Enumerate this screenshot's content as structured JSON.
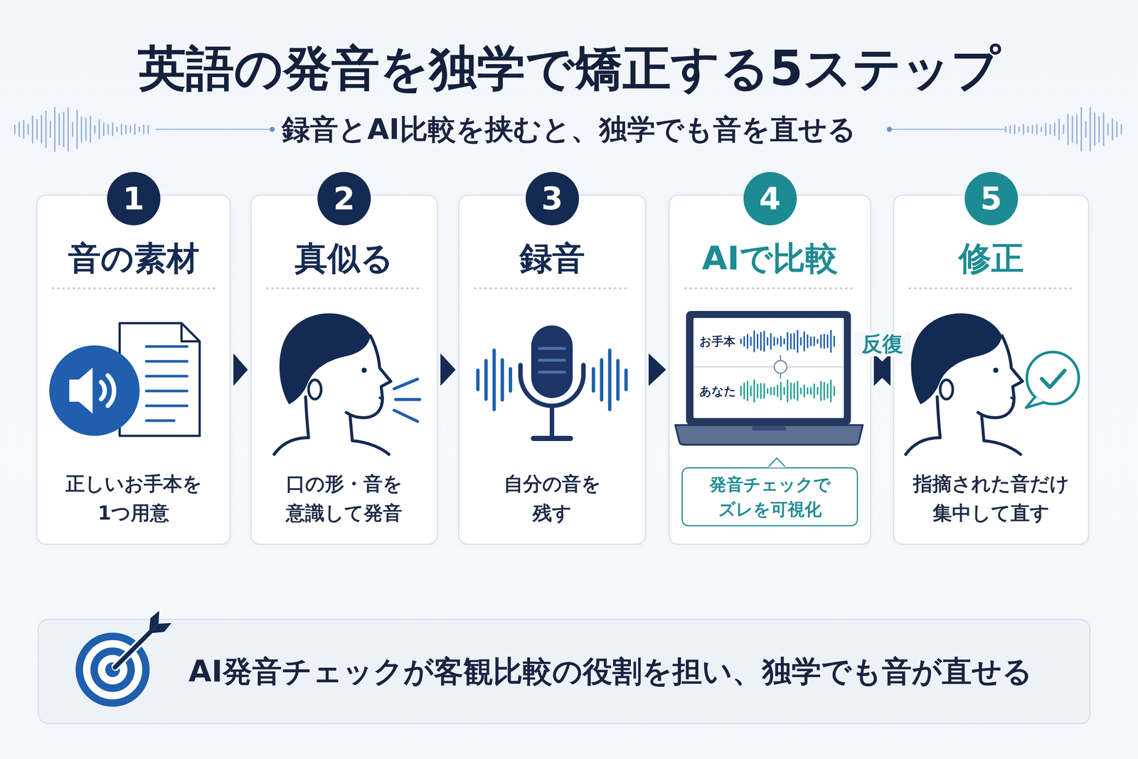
{
  "diagram": {
    "title": "英語の発音を独学で矯正する5ステップ",
    "nodes": [
      {
        "text": [
          "音の素材",
          "正しいお手本を 1つ用意"
        ]
      },
      {
        "text": [
          "1"
        ],
        "in": 0
      },
      {
        "text": [
          "真似る",
          "口の形・音を 意識して発音"
        ]
      },
      {
        "text": [
          "2"
        ],
        "in": 2
      },
      {
        "text": [
          "録音",
          "自分の音を 残す"
        ]
      },
      {
        "text": [
          "3"
        ],
        "in": 4
      },
      {
        "text": [
          "AIで比較"
        ]
      },
      {
        "text": [
          "4"
        ],
        "in": 6
      },
      {
        "text": [
          "発音チェックで ズレを可視化"
        ],
        "in": 6
      },
      {
        "text": [
          "修正",
          "指摘された音だけ 集中して直す"
        ]
      },
      {
        "text": [
          "5"
        ],
        "in": 9
      },
      {
        "text": [
          "AI発音チェックが客観比較の役割を担い、独学でも音が直せる"
        ]
      }
    ],
    "edges": [
      {
        "from": 0,
        "to": 2,
        "arrow": "to"
      },
      {
        "from": 2,
        "to": 4,
        "arrow": "to"
      },
      {
        "from": 4,
        "to": 6,
        "arrow": "to"
      },
      {
        "from": 6,
        "to": 9,
        "arrow": "to"
      },
      {
        "from": 9,
        "to": 6,
        "label": "反復",
        "arrow": "to"
      }
    ],
    "labels": [
      "録音とAI比較を挟むと、独学でも音を直せる",
      "お手本",
      "あなた"
    ]
  }
}
